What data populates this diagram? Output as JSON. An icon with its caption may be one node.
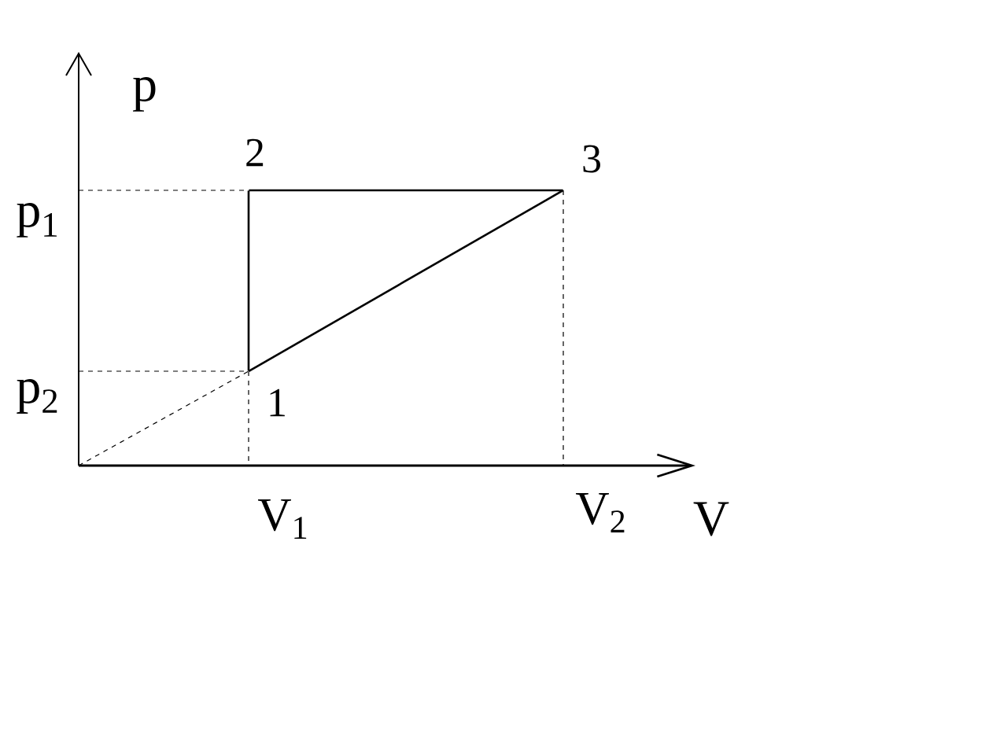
{
  "diagram": {
    "nodes": [
      {
        "text": [
          "1"
        ]
      },
      {
        "text": [
          "2"
        ]
      },
      {
        "text": [
          "3"
        ]
      }
    ],
    "edges": [
      {
        "from": 0,
        "to": 1,
        "arrow": "none"
      },
      {
        "from": 1,
        "to": 2,
        "arrow": "none"
      },
      {
        "from": 2,
        "to": 0,
        "arrow": "none"
      },
      {
        "from": null,
        "to": 0,
        "arrow": "none",
        "style": "dashed"
      }
    ],
    "labels": [
      "p",
      "p$_{1}$",
      "p$_{2}$",
      "V$_{1}$",
      "V$_{2}$",
      "V"
    ]
  }
}
